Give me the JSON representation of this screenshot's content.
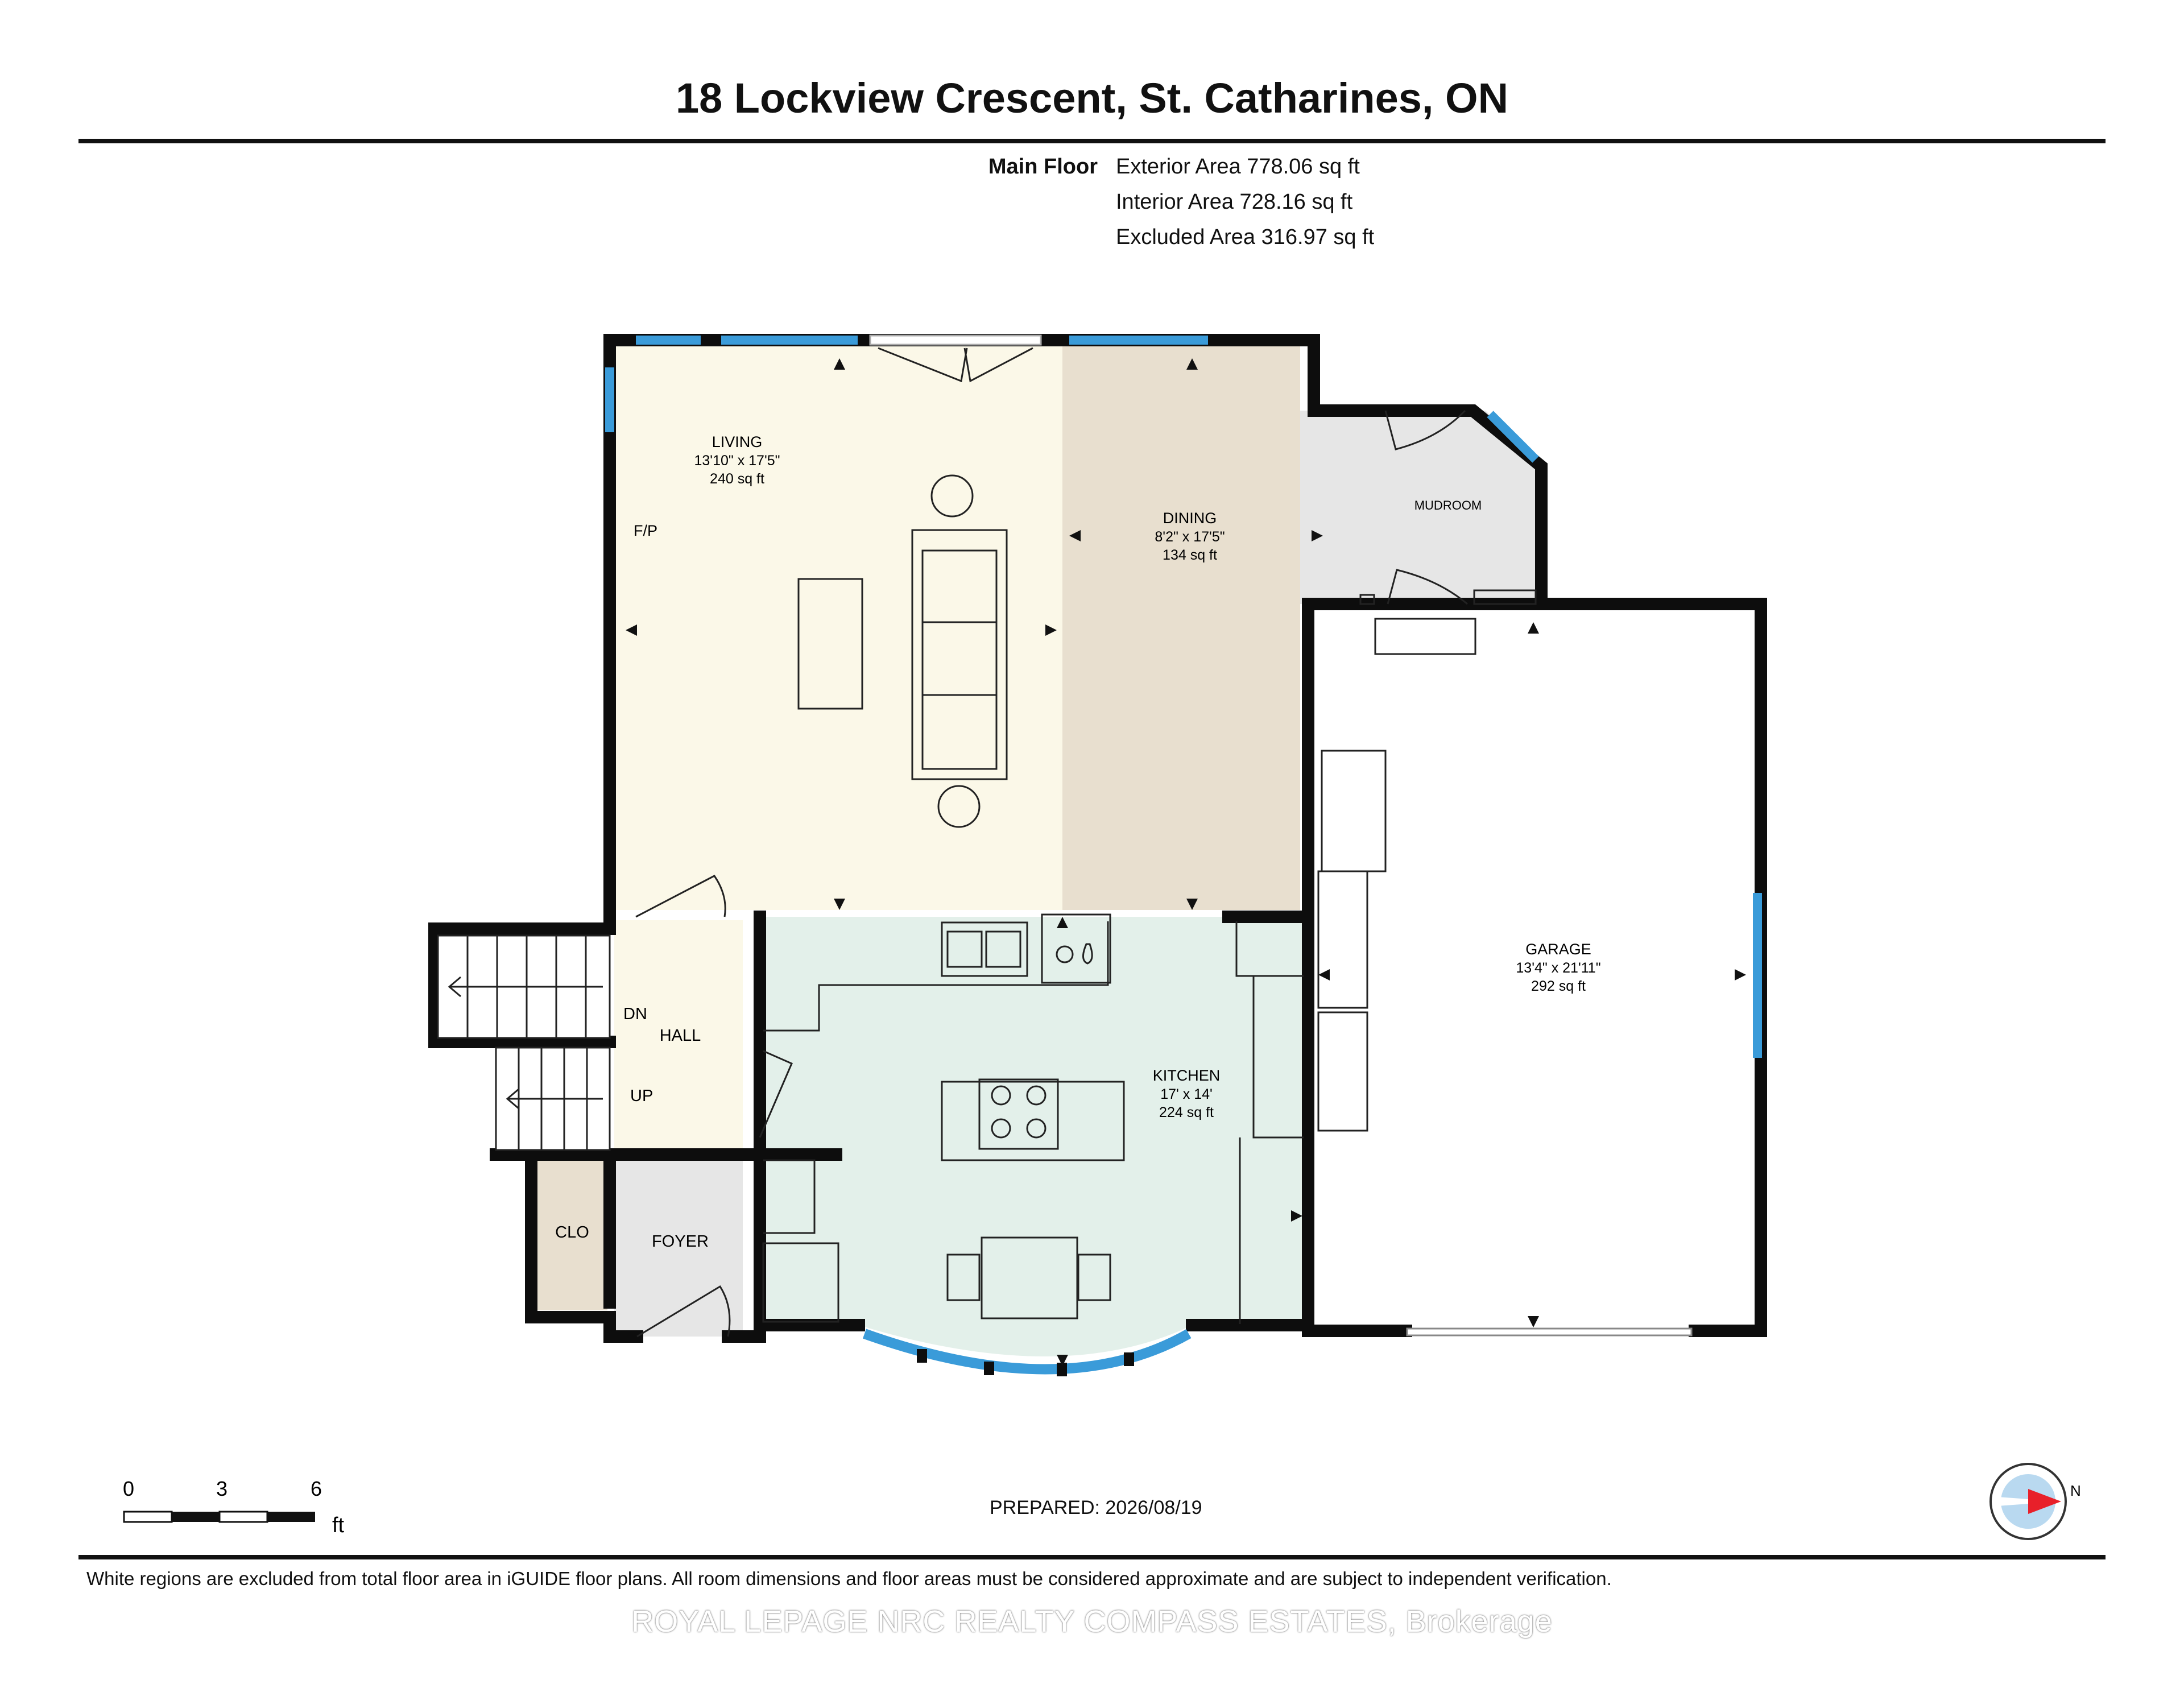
{
  "title": "18 Lockview Crescent, St. Catharines, ON",
  "summary": {
    "floor_label": "Main Floor",
    "areas": [
      "Exterior Area 778.06 sq ft",
      "Interior Area 728.16 sq ft",
      "Excluded Area 316.97 sq ft"
    ]
  },
  "rooms": {
    "living": {
      "name": "LIVING",
      "dims": "13'10\" x 17'5\"",
      "area": "240 sq ft"
    },
    "dining": {
      "name": "DINING",
      "dims": "8'2\" x 17'5\"",
      "area": "134 sq ft"
    },
    "mudroom": {
      "name": "MUDROOM"
    },
    "garage": {
      "name": "GARAGE",
      "dims": "13'4\" x 21'11\"",
      "area": "292 sq ft"
    },
    "kitchen": {
      "name": "KITCHEN",
      "dims": "17' x 14'",
      "area": "224 sq ft"
    },
    "hall": {
      "name": "HALL"
    },
    "foyer": {
      "name": "FOYER"
    },
    "closet": {
      "name": "CLO"
    }
  },
  "labels": {
    "fireplace": "F/P",
    "stairs_down": "DN",
    "stairs_up": "UP"
  },
  "scale": {
    "ticks": [
      "0",
      "3",
      "6"
    ],
    "unit": "ft"
  },
  "compass": {
    "label": "N"
  },
  "prepared": "PREPARED: 2026/08/19",
  "disclaimer": "White regions are excluded from total floor area in iGUIDE floor plans. All room dimensions and floor areas must be considered approximate and are subject to independent verification.",
  "watermark": "ROYAL LEPAGE NRC REALTY COMPASS ESTATES, Brokerage",
  "colors": {
    "living": "#fbf8e8",
    "dining": "#e8dfcf",
    "kitchen": "#e3f0ea",
    "hall": "#fbf8e8",
    "foyer": "#e6e6e6",
    "mudroom": "#e6e6e6",
    "closet": "#e8dfcf",
    "wall": "#0d0d0d",
    "window": "#3a9bd9",
    "compass_arrow": "#e8202a"
  }
}
